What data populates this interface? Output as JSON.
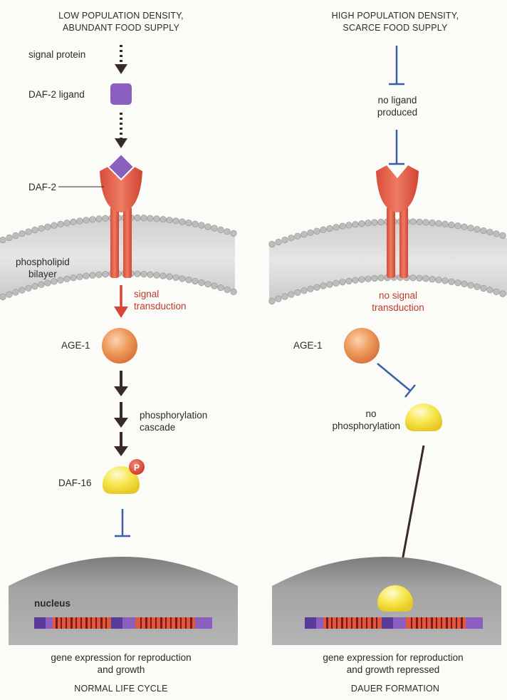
{
  "left_panel": {
    "condition_line1": "LOW POPULATION DENSITY,",
    "condition_line2": "ABUNDANT FOOD SUPPLY",
    "signal_protein": "signal protein",
    "daf2_ligand": "DAF-2 ligand",
    "daf2": "DAF-2",
    "bilayer_line1": "phospholipid",
    "bilayer_line2": "bilayer",
    "transduction_line1": "signal",
    "transduction_line2": "transduction",
    "age1": "AGE-1",
    "cascade_line1": "phosphorylation",
    "cascade_line2": "cascade",
    "phosphate": "P",
    "daf16": "DAF-16",
    "nucleus": "nucleus",
    "expression_line1": "gene expression for reproduction",
    "expression_line2": "and growth",
    "outcome": "NORMAL LIFE CYCLE"
  },
  "right_panel": {
    "condition_line1": "HIGH POPULATION DENSITY,",
    "condition_line2": "SCARCE FOOD SUPPLY",
    "no_ligand_line1": "no ligand",
    "no_ligand_line2": "produced",
    "no_transduction_line1": "no signal",
    "no_transduction_line2": "transduction",
    "age1": "AGE-1",
    "no_phos_line1": "no",
    "no_phos_line2": "phosphorylation",
    "expression_line1": "gene expression for reproduction",
    "expression_line2": "and growth repressed",
    "outcome": "DAUER FORMATION"
  },
  "colors": {
    "receptor": "#e05a44",
    "ligand": "#8b5fbf",
    "age1": "#ef9a5c",
    "daf16": "#f7e64a",
    "phosphate": "#d63a2c",
    "inhibit": "#3a5fa8",
    "arrow_dark": "#3a2a26",
    "transduction_arrow": "#d64536",
    "nucleus": "#8a8a8a",
    "membrane": "#9e9e9e"
  }
}
